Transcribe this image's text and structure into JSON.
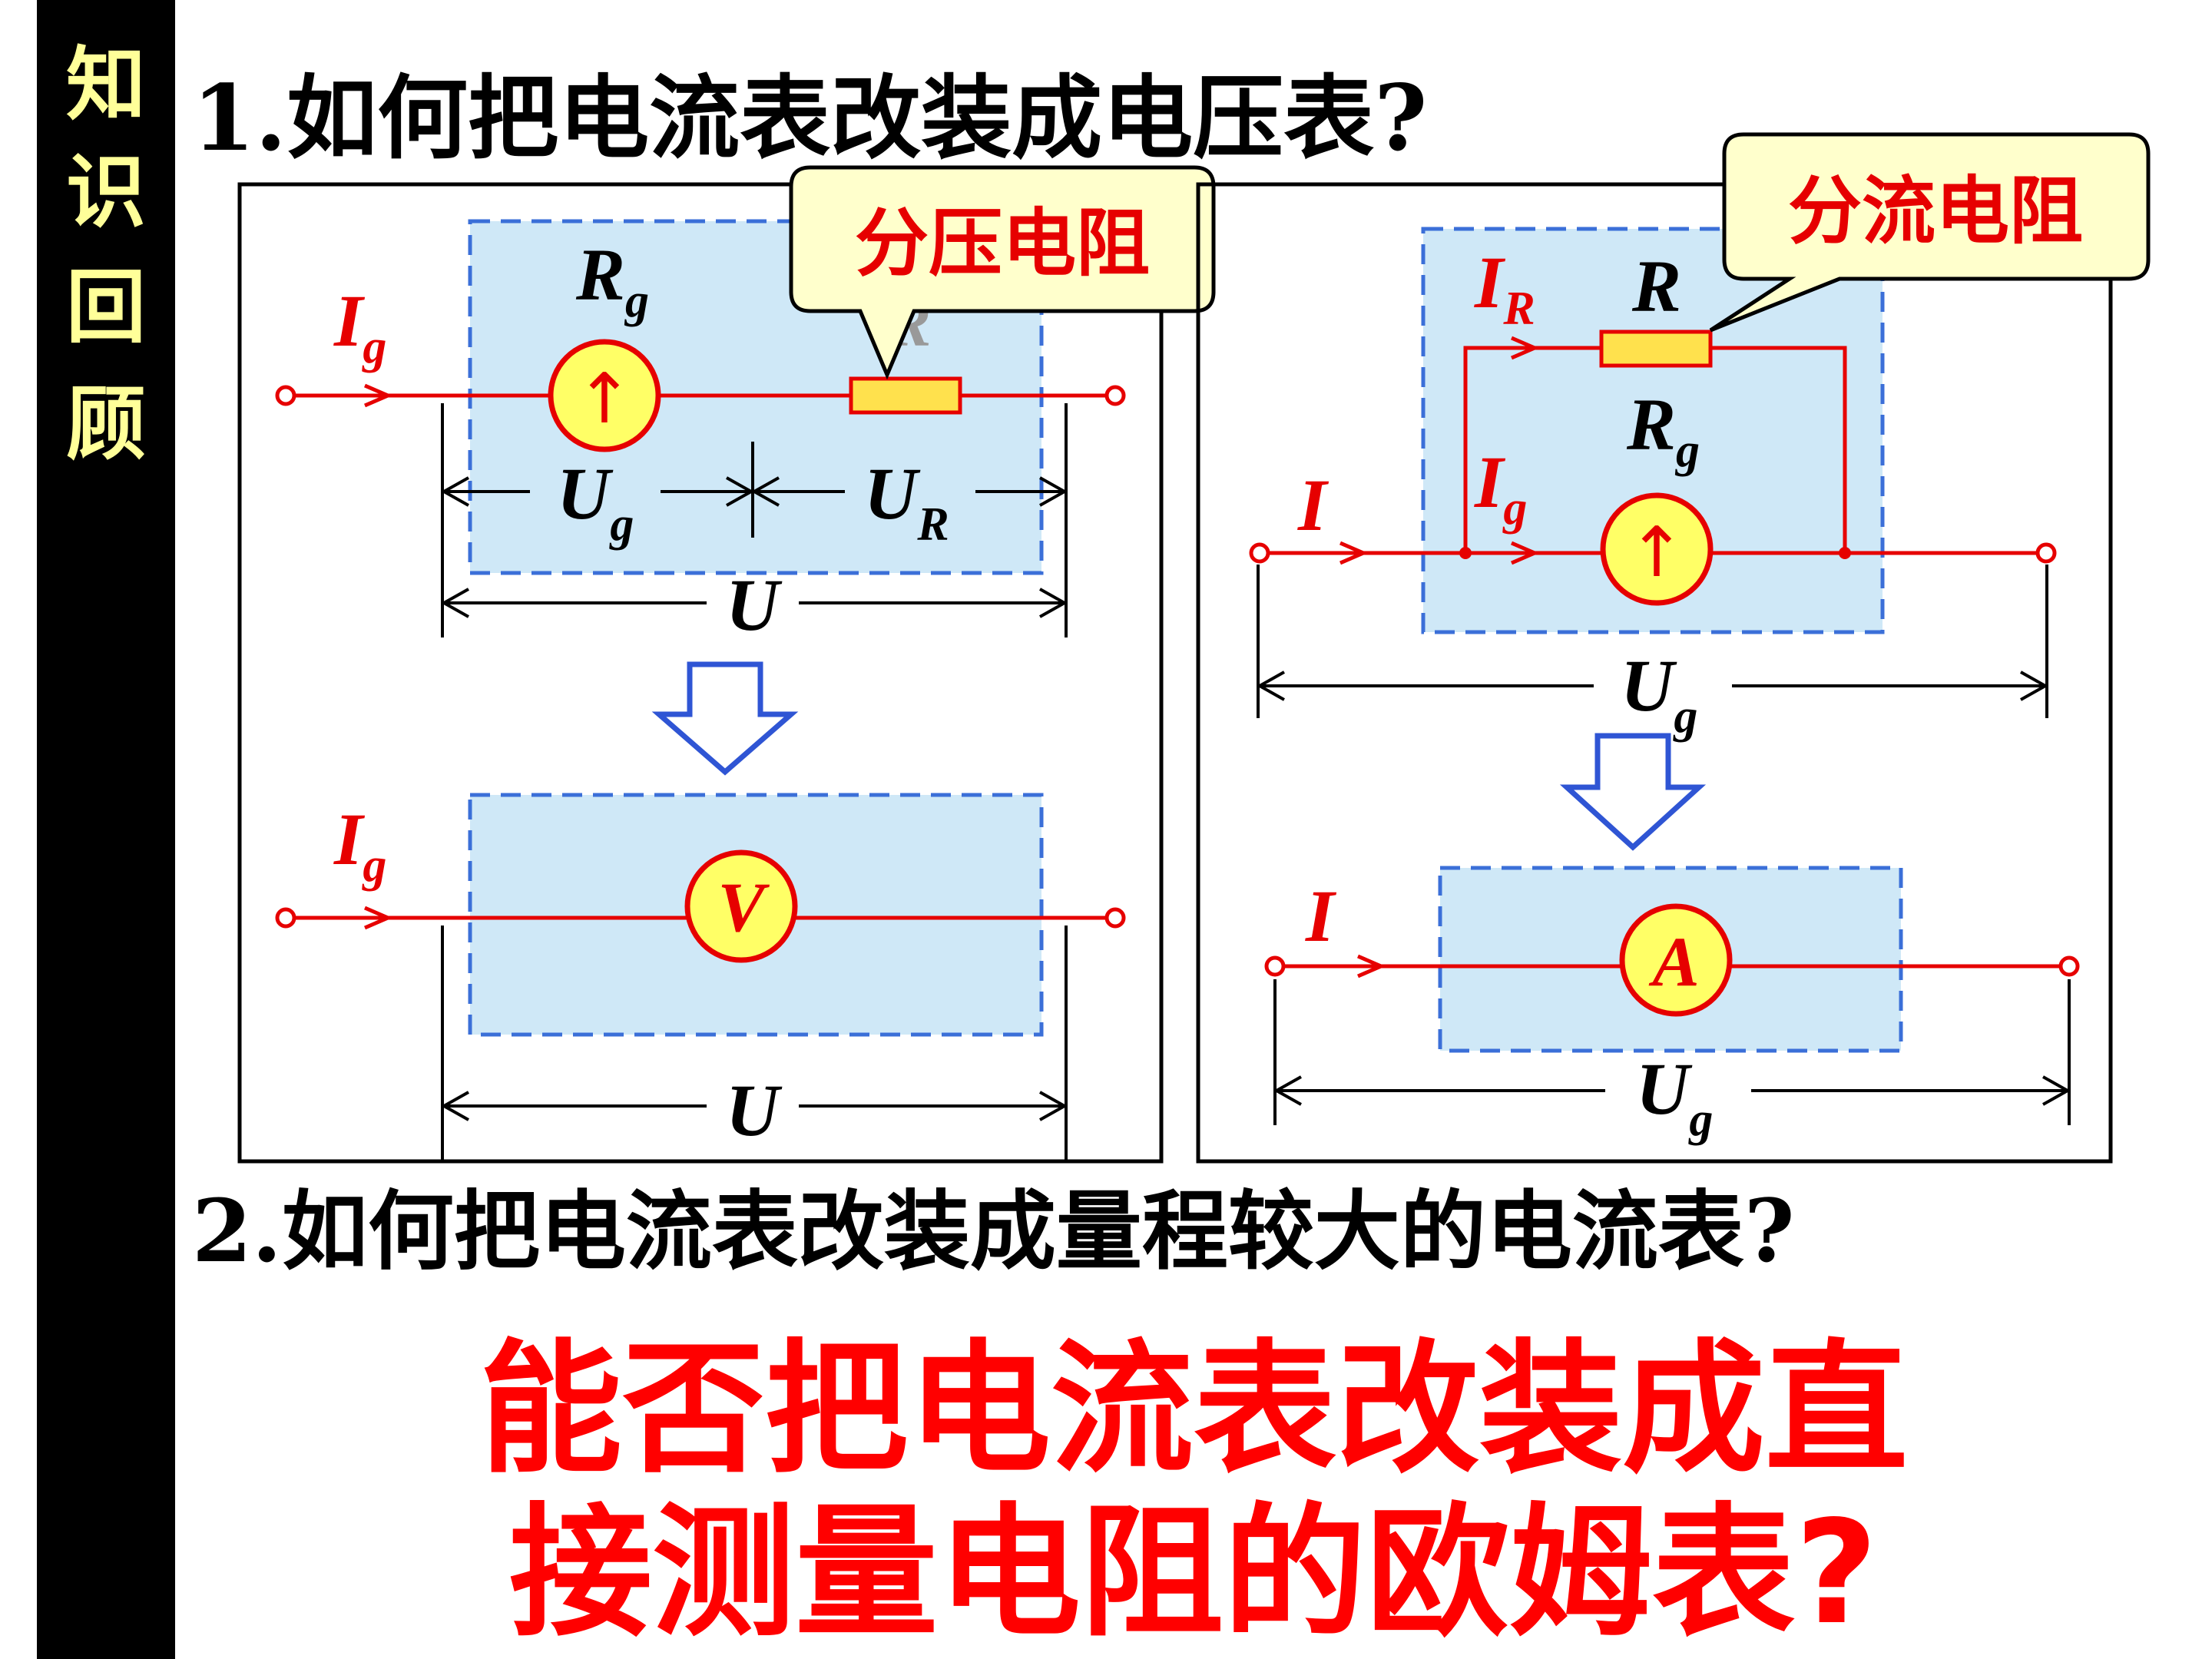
{
  "sidebar": {
    "chars": [
      "知",
      "识",
      "回",
      "顾"
    ]
  },
  "question1": "1.如何把电流表改装成电压表?",
  "question2": "2.如何把电流表改装成量程较大的电流表?",
  "headline": {
    "line1": "能否把电流表改装成直",
    "line2": "接测量电阻的欧姆表?"
  },
  "left_diagram": {
    "callout": "分压电阻",
    "label_Rg": {
      "main": "R",
      "sub": "g"
    },
    "label_R": "R",
    "label_Ig_top": {
      "main": "I",
      "sub": "g"
    },
    "label_Ug": {
      "main": "U",
      "sub": "g"
    },
    "label_UR": {
      "main": "U",
      "sub": "R"
    },
    "label_U_top": "U",
    "label_Ig_bottom": {
      "main": "I",
      "sub": "g"
    },
    "meter_V": "V",
    "label_U_bottom": "U",
    "galvanometer_symbol": "↑"
  },
  "right_diagram": {
    "callout": "分流电阻",
    "label_IR": {
      "main": "I",
      "sub": "R"
    },
    "label_R": "R",
    "label_Rg": {
      "main": "R",
      "sub": "g"
    },
    "label_Ig": {
      "main": "I",
      "sub": "g"
    },
    "label_I_top": "I",
    "label_Ug_top": {
      "main": "U",
      "sub": "g"
    },
    "label_I_bottom": "I",
    "meter_A": "A",
    "label_Ug_bottom": {
      "main": "U",
      "sub": "g"
    },
    "galvanometer_symbol": "↑"
  },
  "colors": {
    "wire": "#e60000",
    "dashed_box_fill": "#cfe8f7",
    "dashed_box_stroke": "#3b6fd8",
    "meter_fill": "#ffff66",
    "resistor_fill": "#ffe14d",
    "callout_fill": "#ffffcc",
    "arrow_stroke": "#2f55d4",
    "headline": "#ff0000",
    "sidebar_text": "#ffff99"
  }
}
